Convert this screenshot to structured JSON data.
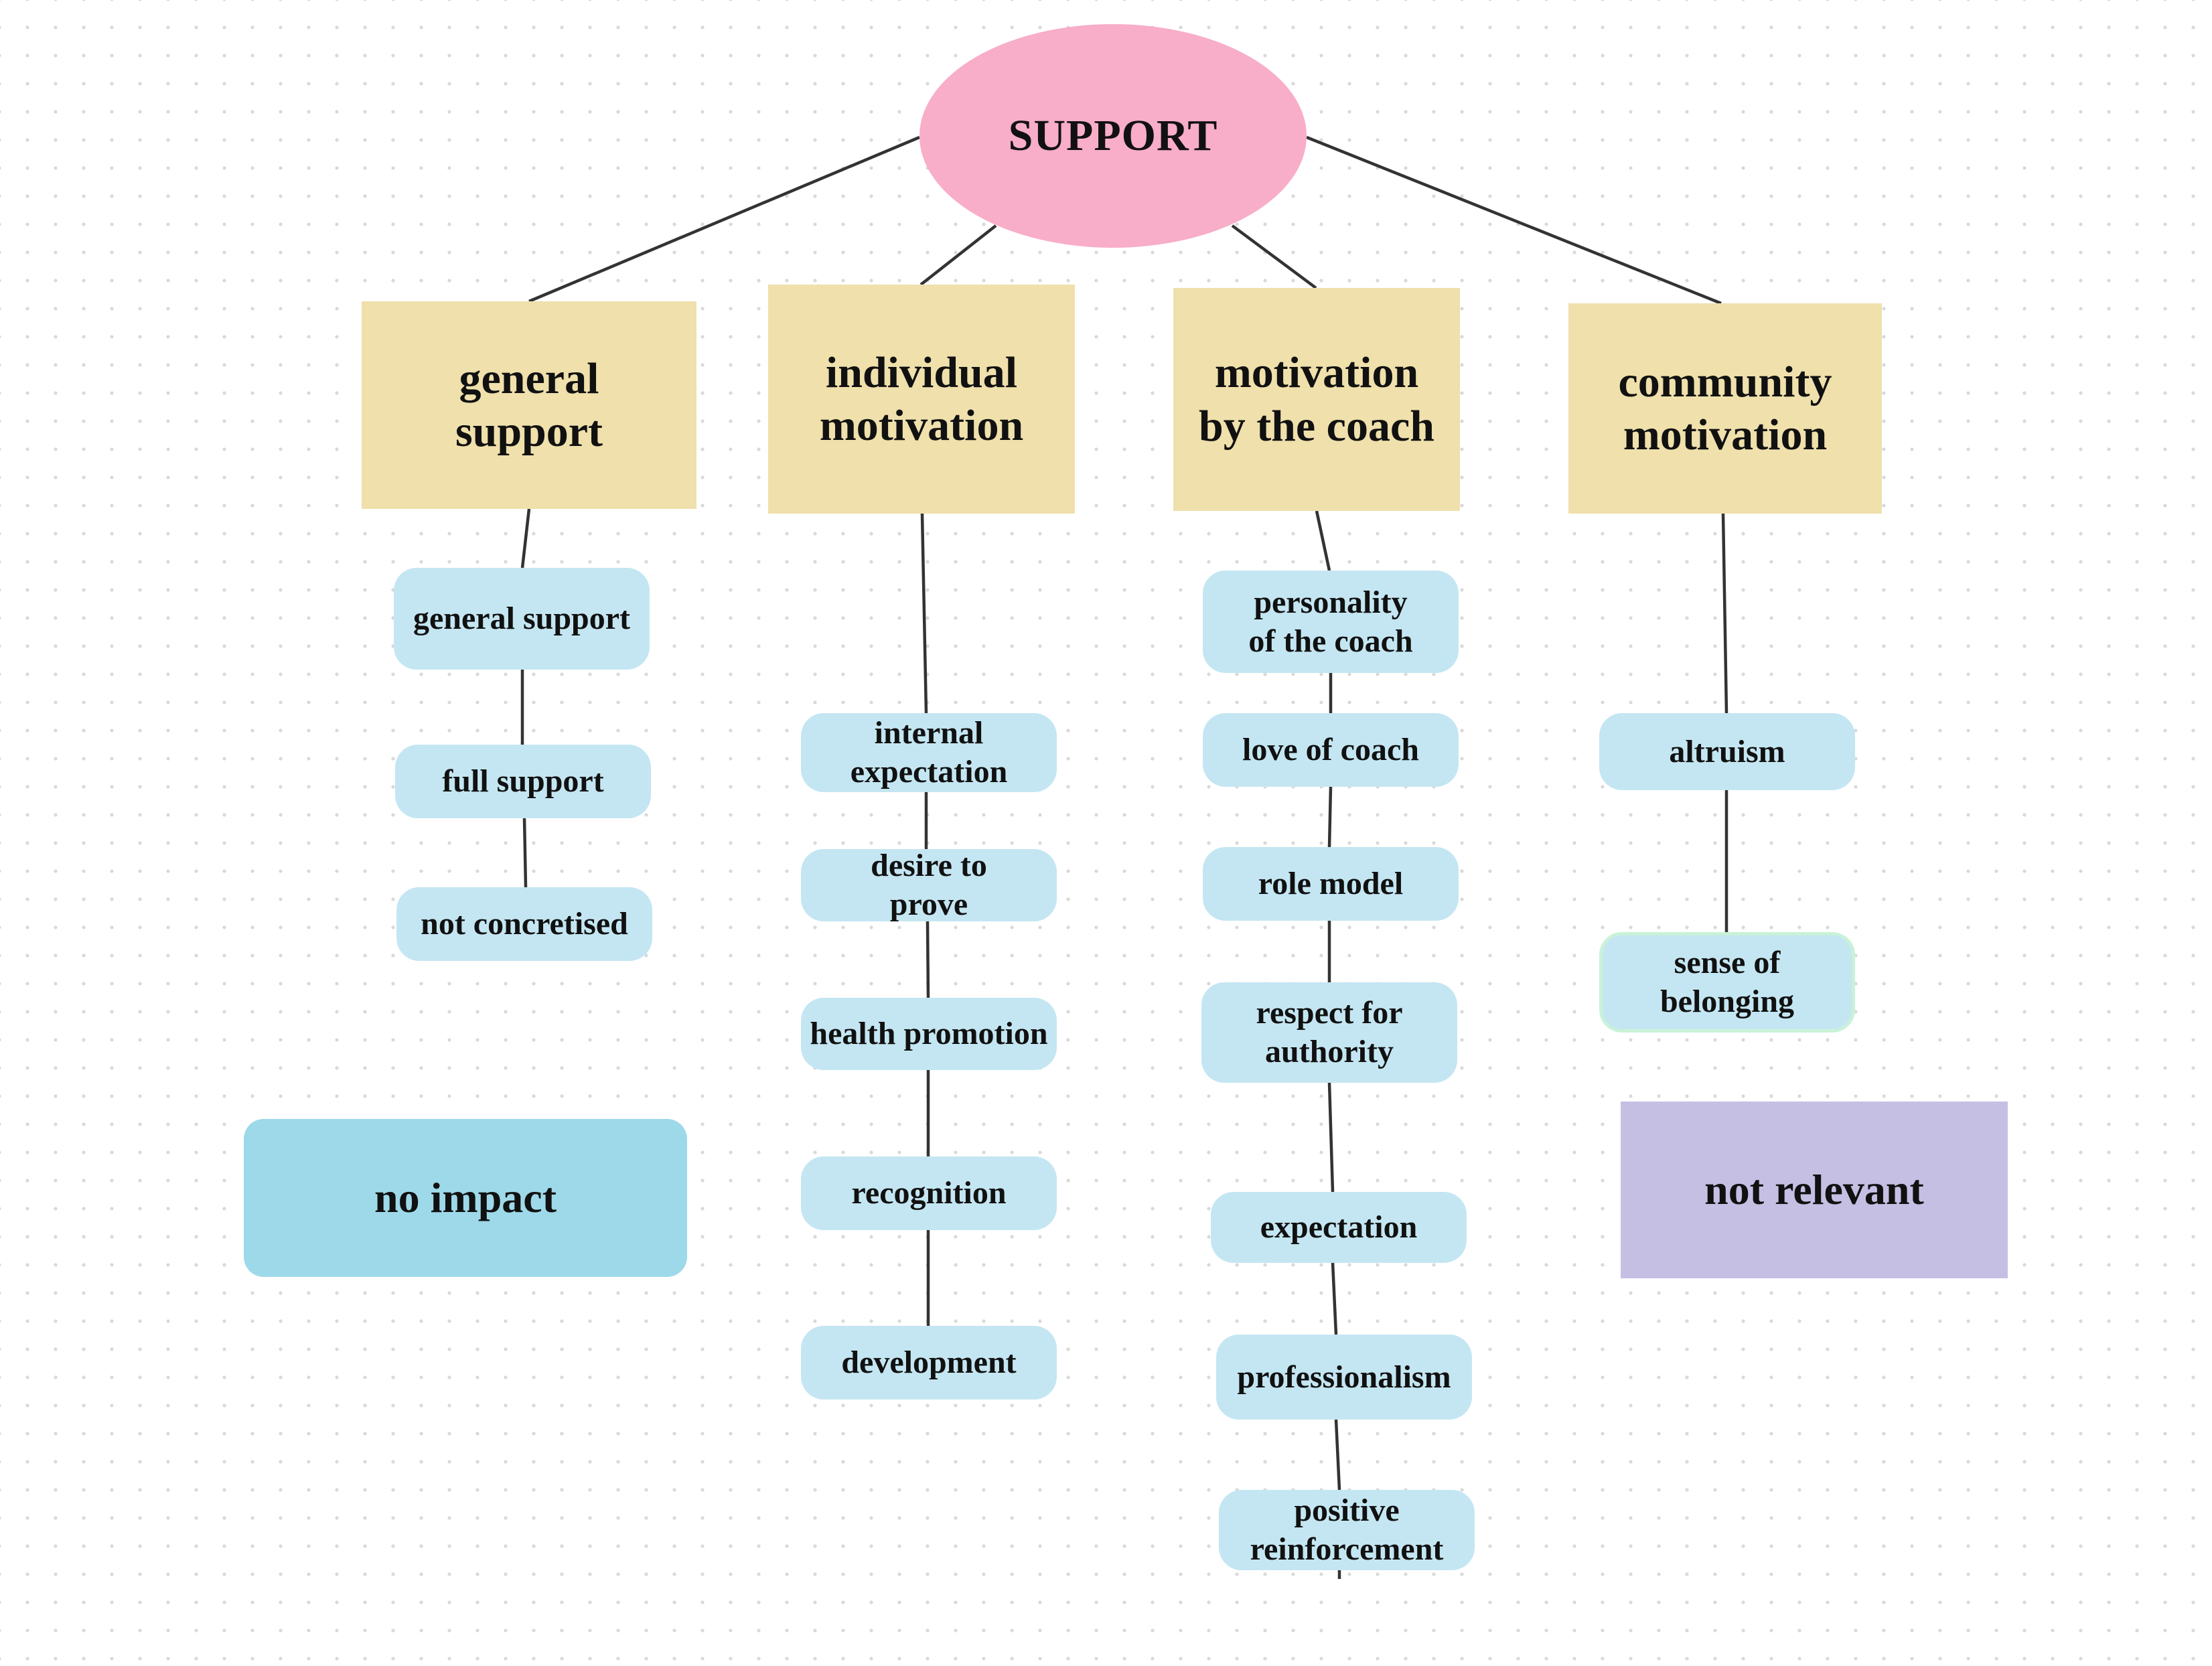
{
  "root": {
    "label": "SUPPORT"
  },
  "categories": [
    {
      "label": [
        "general",
        "support"
      ],
      "items": [
        [
          "general support"
        ],
        [
          "full support"
        ],
        [
          "not concretised"
        ]
      ]
    },
    {
      "label": [
        "individual",
        "motivation"
      ],
      "items": [
        [
          "internal",
          "expectation"
        ],
        [
          "desire to",
          "prove"
        ],
        [
          "health promotion"
        ],
        [
          "recognition"
        ],
        [
          "development"
        ]
      ]
    },
    {
      "label": [
        "motivation",
        "by the coach"
      ],
      "items": [
        [
          "personality",
          "of the coach"
        ],
        [
          "love of coach"
        ],
        [
          "role model"
        ],
        [
          "respect for",
          "authority"
        ],
        [
          "expectation"
        ],
        [
          "professionalism"
        ],
        [
          "positive",
          "reinforcement"
        ]
      ]
    },
    {
      "label": [
        "community",
        "motivation"
      ],
      "items": [
        [
          "altruism"
        ],
        [
          "sense of",
          "belonging"
        ]
      ]
    }
  ],
  "legend": {
    "no_impact": "no impact",
    "not_relevant": "not relevant"
  },
  "colors": {
    "root_fill": "#f8adc9",
    "category_fill": "#efe0ac",
    "item_fill": "#c4e6f2",
    "no_impact_fill": "#9ed9e9",
    "not_relevant_fill": "#c6bfe4",
    "connector": "#333333"
  }
}
